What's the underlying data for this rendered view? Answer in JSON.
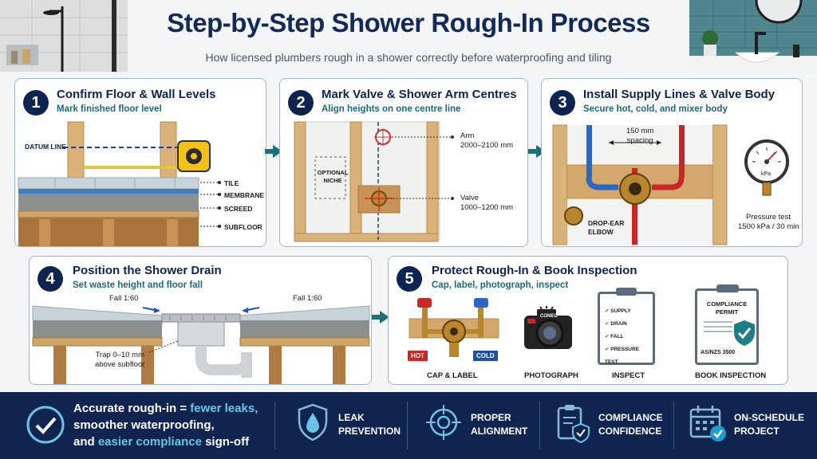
{
  "header": {
    "title": "Step-by-Step Shower Rough-In Process",
    "subtitle": "How licensed plumbers rough in a shower correctly before waterproofing and tiling"
  },
  "steps": [
    {
      "number": "1",
      "title": "Confirm Floor & Wall Levels",
      "subtitle": "Mark finished floor level",
      "labels": {
        "datum": "DATUM LINE",
        "tile": "TILE",
        "membrane": "MEMBRANE",
        "screed": "SCREED",
        "subfloor": "SUBFLOOR"
      }
    },
    {
      "number": "2",
      "title": "Mark Valve & Shower Arm Centres",
      "subtitle": "Align heights on one centre line",
      "labels": {
        "niche": "OPTIONAL NICHE",
        "arm_name": "Arm",
        "arm_height": "2000–2100 mm",
        "valve_name": "Valve",
        "valve_height": "1000–1200 mm"
      }
    },
    {
      "number": "3",
      "title": "Install Supply Lines & Valve Body",
      "subtitle": "Secure hot, cold, and mixer body",
      "labels": {
        "spacing_value": "150 mm",
        "spacing_word": "spacing",
        "elbow_1": "DROP-EAR",
        "elbow_2": "ELBOW",
        "gauge_unit": "kPa",
        "pressure_1": "Pressure test",
        "pressure_2": "1500 kPa / 30 min"
      }
    },
    {
      "number": "4",
      "title": "Position the Shower Drain",
      "subtitle": "Set waste height and floor fall",
      "labels": {
        "fall_left": "Fall 1:60",
        "fall_right": "Fall 1:60",
        "trap_1": "Trap 0–10 mm",
        "trap_2": "above subfloor"
      }
    },
    {
      "number": "5",
      "title": "Protect Rough-In & Book Inspection",
      "subtitle": "Cap, label, photograph, inspect",
      "labels": {
        "hot": "HOT",
        "cold": "COLD",
        "cap_label": "CAP & LABEL",
        "photograph": "PHOTOGRAPH",
        "camera_brand": "CONEO",
        "inspect": "INSPECT",
        "checklist": [
          "SUPPLY",
          "DRAIN",
          "FALL",
          "PRESSURE TEST"
        ],
        "permit_1": "COMPLIANCE",
        "permit_2": "PERMIT",
        "standard": "AS/NZS 3500",
        "book": "BOOK INSPECTION"
      }
    }
  ],
  "footer": {
    "msg_line1_a": "Accurate rough-in = ",
    "msg_line1_b": "fewer leaks,",
    "msg_line2": "smoother waterproofing,",
    "msg_line3_a": "and ",
    "msg_line3_b": "easier compliance",
    "msg_line3_c": " sign-off",
    "items": [
      {
        "line1": "LEAK",
        "line2": "PREVENTION"
      },
      {
        "line1": "PROPER",
        "line2": "ALIGNMENT"
      },
      {
        "line1": "COMPLIANCE",
        "line2": "CONFIDENCE"
      },
      {
        "line1": "ON-SCHEDULE",
        "line2": "PROJECT"
      }
    ]
  },
  "colors": {
    "navy": "#0d2450",
    "teal": "#1c6b7a",
    "footer": "#0f2550",
    "accent": "#6cc3e3"
  }
}
